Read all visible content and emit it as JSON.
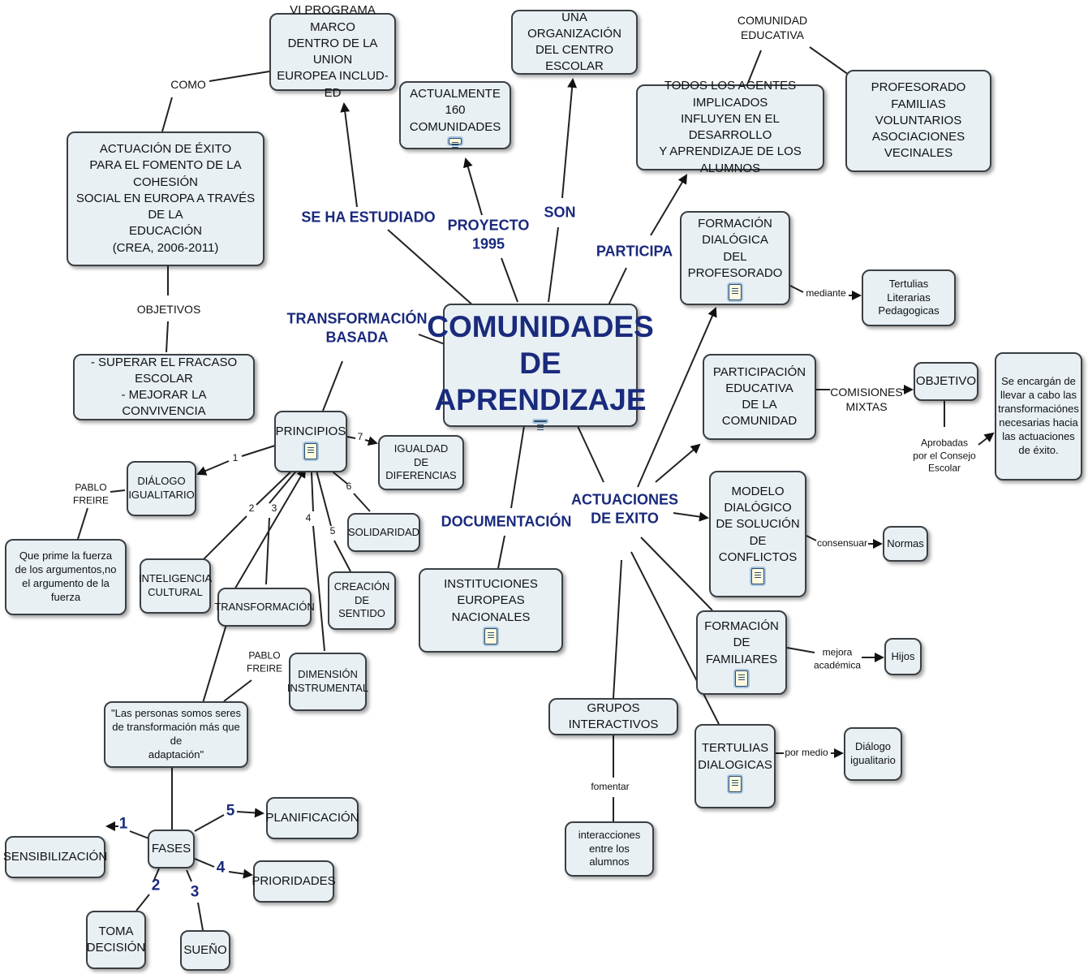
{
  "nodes": {
    "main": "COMUNIDADES\nDE APRENDIZAJE",
    "vi_programa": "VI PROGRAMA MARCO\nDENTRO DE LA UNION\nEUROPEA INCLUD-ED",
    "actualmente": "ACTUALMENTE\n160 COMUNIDADES",
    "organizacion": "UNA  ORGANIZACIÓN\nDEL CENTRO ESCOLAR",
    "todos_agentes": "TODOS LOS AGENTES IMPLICADOS\nINFLUYEN EN EL DESARROLLO\nY APRENDIZAJE DE LOS ALUMNOS",
    "profesorado": "PROFESORADO\nFAMILIAS\nVOLUNTARIOS\nASOCIACIONES VECINALES",
    "actuacion_exito": "ACTUACIÓN DE ÉXITO\nPARA EL FOMENTO DE LA COHESIÓN\nSOCIAL EN EUROPA A TRAVÉS DE LA\nEDUCACIÓN\n(CREA, 2006-2011)",
    "superar": "- SUPERAR EL FRACASO ESCOLAR\n- MEJORAR LA CONVIVENCIA",
    "principios": "PRINCIPIOS",
    "dialogo_igualitario": "DIÁLOGO\nIGUALITARIO",
    "igualdad": "IGUALDAD\nDE DIFERENCIAS",
    "solidaridad": "SOLIDARIDAD",
    "que_prime": "Que prime la fuerza\nde los argumentos,no\nel argumento de la fuerza",
    "inteligencia": "INTELIGENCIA\nCULTURAL",
    "transformacion": "TRANSFORMACIÓN",
    "creacion": "CREACIÓN\nDE SENTIDO",
    "dimension": "DIMENSIÓN\nINSTRUMENTAL",
    "personas": "\"Las personas somos seres\nde transformación más que de\nadaptación\"",
    "fases": "FASES",
    "sensibilizacion": "SENSIBILIZACIÓN",
    "planificacion": "PLANIFICACIÓN",
    "prioridades": "PRIORIDADES",
    "toma_decision": "TOMA\nDECISIÓN",
    "sueno": "SUEÑO",
    "instituciones": "INSTITUCIONES EUROPEAS\nNACIONALES",
    "grupos": "GRUPOS INTERACTIVOS",
    "interacciones": "interacciones\nentre los alumnos",
    "formacion_prof": "FORMACIÓN\nDIALÓGICA\nDEL PROFESORADO",
    "tertulias_lit": "Tertulias Literarias\nPedagogicas",
    "participacion": "PARTICIPACIÓN\nEDUCATIVA\nDE LA COMUNIDAD",
    "objetivo": "OBJETIVO",
    "se_encargan": "Se encargán de\nllevar a cabo las\ntransformaciónes\nnecesarias hacia\nlas actuaciones\nde éxito.",
    "modelo": "MODELO\nDIALÓGICO\nDE SOLUCIÓN\nDE CONFLICTOS",
    "normas": "Normas",
    "formacion_fam": "FORMACIÓN\nDE FAMILIARES",
    "hijos": "Hijos",
    "tertulias_dial": "TERTULIAS\nDIALOGICAS",
    "dialogo_ig2": "Diálogo\nigualitario"
  },
  "labels": {
    "como": "COMO",
    "objetivos": "OBJETIVOS",
    "se_ha_estudiado": "SE HA ESTUDIADO",
    "proyecto": "PROYECTO\n1995",
    "son": "SON",
    "participa": "PARTICIPA",
    "comunidad_educativa": "COMUNIDAD\nEDUCATIVA",
    "transformacion_basada": "TRANSFORMACIÓN\nBASADA",
    "documentacion": "DOCUMENTACIÓN",
    "actuaciones_exito": "ACTUACIONES\nDE EXITO",
    "pablo_freire_1": "PABLO\nFREIRE",
    "pablo_freire_2": "PABLO\nFREIRE",
    "mediante": "mediante",
    "comisiones": "COMISIONES\nMIXTAS",
    "aprobadas": "Aprobadas\npor el Consejo\nEscolar",
    "consensuar": "consensuar",
    "mejora": "mejora\nacadémica",
    "por_medio": "por medio",
    "fomentar": "fomentar",
    "n1": "1",
    "n2": "2",
    "n3": "3",
    "n4": "4",
    "n5": "5",
    "n6": "6",
    "n7": "7",
    "f1": "1",
    "f2": "2",
    "f3": "3",
    "f4": "4",
    "f5": "5"
  },
  "colors": {
    "link_label": "#1a2a7c",
    "node_fill": "#e8f0f4",
    "node_border": "#3a3f44"
  },
  "icons": [
    "document-icon"
  ]
}
